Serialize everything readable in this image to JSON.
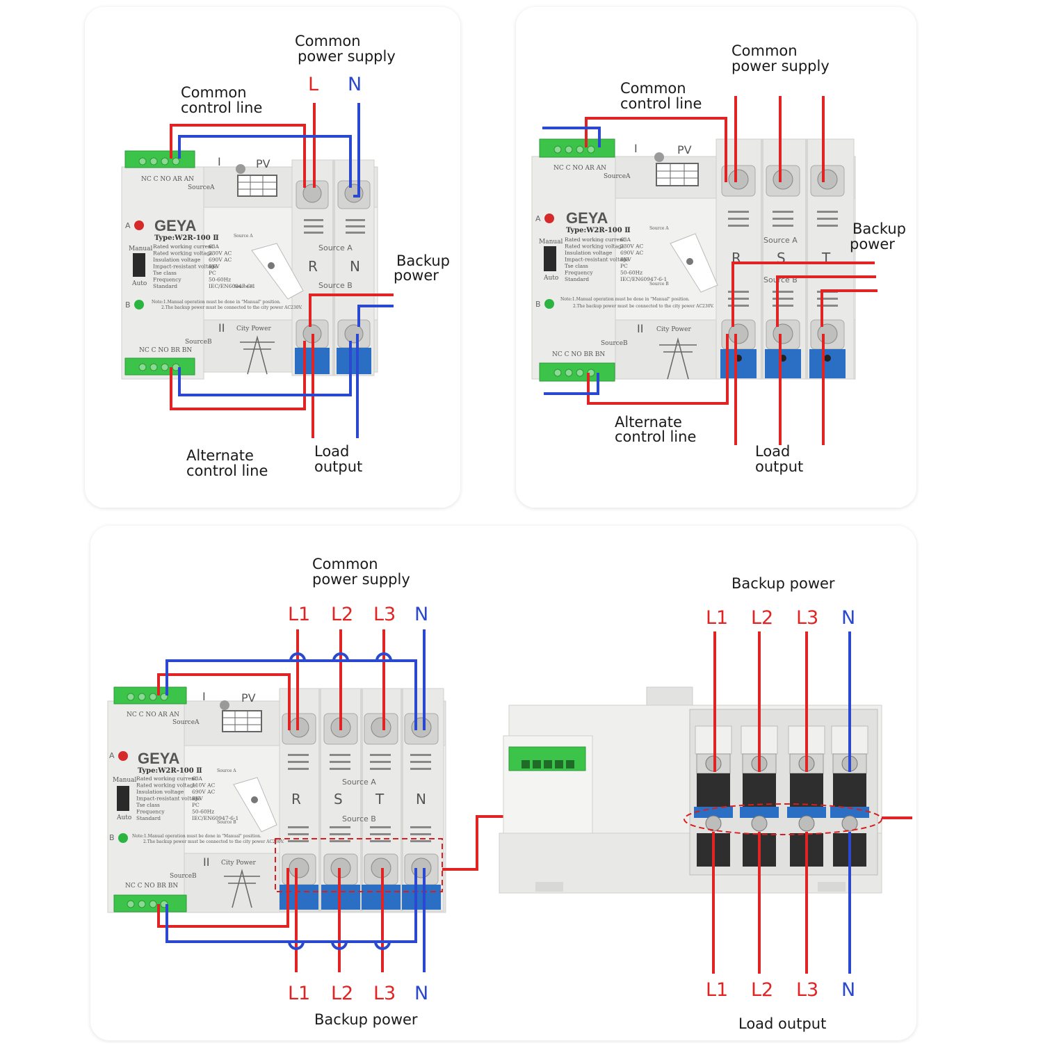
{
  "colors": {
    "wire_red": "#e02424",
    "wire_blue": "#2a48d0",
    "terminal_block": "#2b6fc4",
    "connector_green": "#3cc34a",
    "panel": "#ffffff",
    "device": "#efefed"
  },
  "device": {
    "brand": "GEYA",
    "type_label": "Type:W2R-100 Ⅱ",
    "source_a": "SourceA",
    "source_b": "SourceB",
    "pv_label": "PV",
    "city_power": "City Power",
    "roman_one": "I",
    "roman_two": "II",
    "control_a_pins": "NC C NO AR AN",
    "control_b_pins": "NC C NO BR BN",
    "indicator_a": "A",
    "indicator_b": "B",
    "manual": "Manual",
    "auto": "Auto",
    "spec_lines": [
      "Rated working current",
      "Rated working voltage",
      "Insulation voltage",
      "Impact-resistant voltage",
      "Tse class",
      "Frequency",
      "Standard"
    ],
    "spec_values_2p": [
      "63A",
      "230V AC",
      "690V AC",
      "8KV",
      "PC",
      "50-60Hz",
      "IEC/EN60947-6-1"
    ],
    "spec_values_4p": [
      "63A",
      "110V AC",
      "690V AC",
      "8KV",
      "PC",
      "50-60Hz",
      "IEC/EN60947-6-1"
    ],
    "note_line1": "Note:1.Manual operation must be done in \"Manual\" position.",
    "note_line2": "2.The backup power must be connected to the city power AC230V.",
    "source_a_row": "Source A",
    "source_b_row": "Source B",
    "switch_source_a": "Source A",
    "switch_source_b": "Source B"
  },
  "panel_1p": {
    "common_power_supply": [
      "Common",
      "power supply"
    ],
    "common_control_line": [
      "Common",
      "control line"
    ],
    "backup_power": [
      "Backup",
      "power"
    ],
    "alternate_control_line": [
      "Alternate",
      "control line"
    ],
    "load_output": [
      "Load",
      "output"
    ],
    "phase_l": "L",
    "phase_n": "N",
    "terminal_r": "R",
    "terminal_n": "N"
  },
  "panel_3p": {
    "common_power_supply": [
      "Common",
      "power supply"
    ],
    "common_control_line": [
      "Common",
      "control line"
    ],
    "backup_power": [
      "Backup",
      "power"
    ],
    "alternate_control_line": [
      "Alternate",
      "control line"
    ],
    "load_output": [
      "Load",
      "output"
    ],
    "terminal_r": "R",
    "terminal_s": "S",
    "terminal_t": "T"
  },
  "panel_4p": {
    "common_power_supply": [
      "Common",
      "power supply"
    ],
    "top_phases": [
      "L1",
      "L2",
      "L3",
      "N"
    ],
    "terminals": [
      "R",
      "S",
      "T",
      "N"
    ],
    "bottom_phases": [
      "L1",
      "L2",
      "L3",
      "N"
    ],
    "bottom_label": "Backup power",
    "side_top_label": "Backup power",
    "side_top_phases": [
      "L1",
      "L2",
      "L3",
      "N"
    ],
    "side_bottom_phases": [
      "L1",
      "L2",
      "L3",
      "N"
    ],
    "side_bottom_label": "Load output"
  }
}
